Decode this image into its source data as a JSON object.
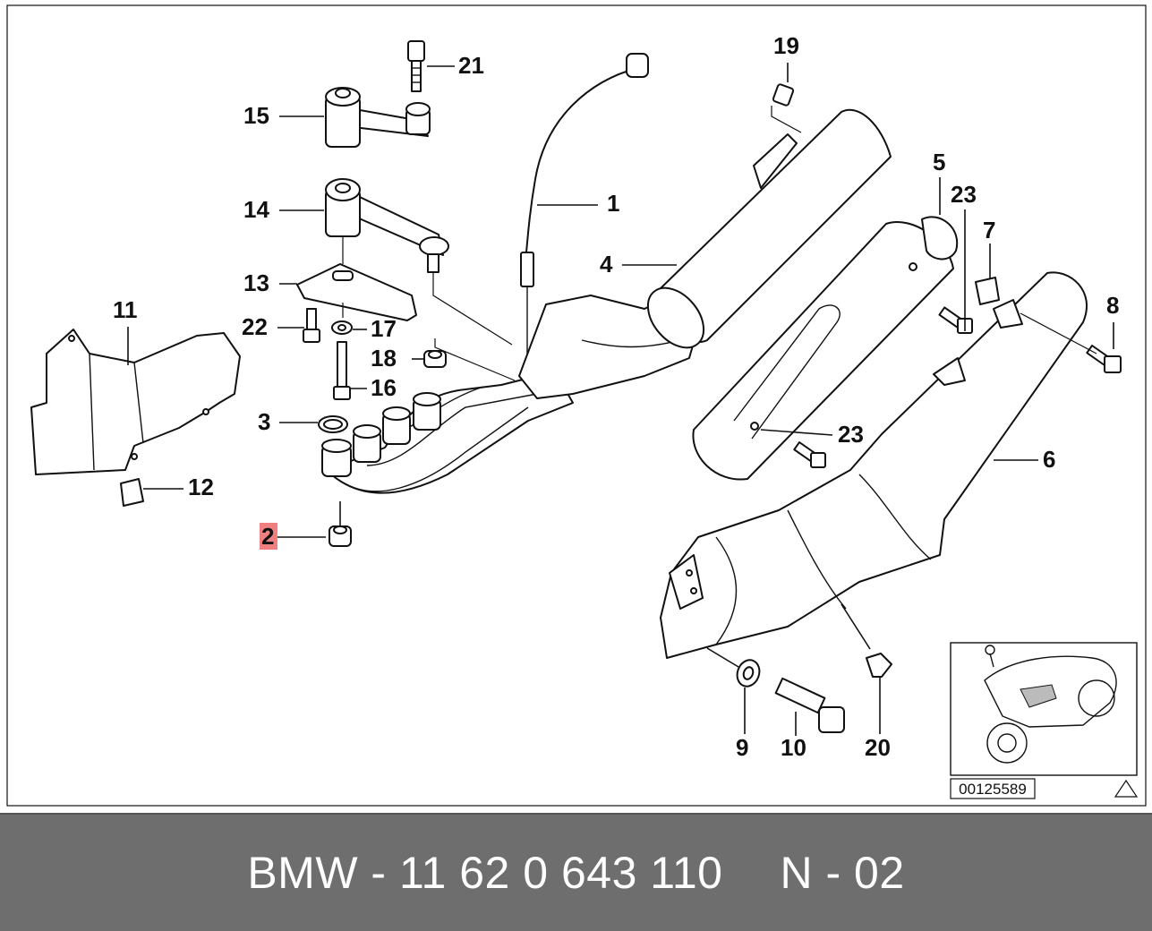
{
  "diagram": {
    "callouts": [
      {
        "id": "1",
        "label": "1"
      },
      {
        "id": "2",
        "label": "2",
        "highlighted": true
      },
      {
        "id": "3",
        "label": "3"
      },
      {
        "id": "4",
        "label": "4"
      },
      {
        "id": "5",
        "label": "5"
      },
      {
        "id": "6",
        "label": "6"
      },
      {
        "id": "7",
        "label": "7"
      },
      {
        "id": "8",
        "label": "8"
      },
      {
        "id": "9",
        "label": "9"
      },
      {
        "id": "10",
        "label": "10"
      },
      {
        "id": "11",
        "label": "11"
      },
      {
        "id": "12",
        "label": "12"
      },
      {
        "id": "13",
        "label": "13"
      },
      {
        "id": "14",
        "label": "14"
      },
      {
        "id": "15",
        "label": "15"
      },
      {
        "id": "16",
        "label": "16"
      },
      {
        "id": "17",
        "label": "17"
      },
      {
        "id": "18",
        "label": "18"
      },
      {
        "id": "19",
        "label": "19"
      },
      {
        "id": "20",
        "label": "20"
      },
      {
        "id": "21",
        "label": "21"
      },
      {
        "id": "22",
        "label": "22"
      },
      {
        "id": "23a",
        "label": "23"
      },
      {
        "id": "23b",
        "label": "23"
      }
    ],
    "image_number": "00125589",
    "highlight_color": "#f08080"
  },
  "footer": {
    "part_number": "BMW - 11 62 0 643 110",
    "position_code": "N - 02"
  },
  "colors": {
    "footer_bg": "#6e6e6e",
    "footer_text": "#ffffff",
    "line": "#111111"
  }
}
